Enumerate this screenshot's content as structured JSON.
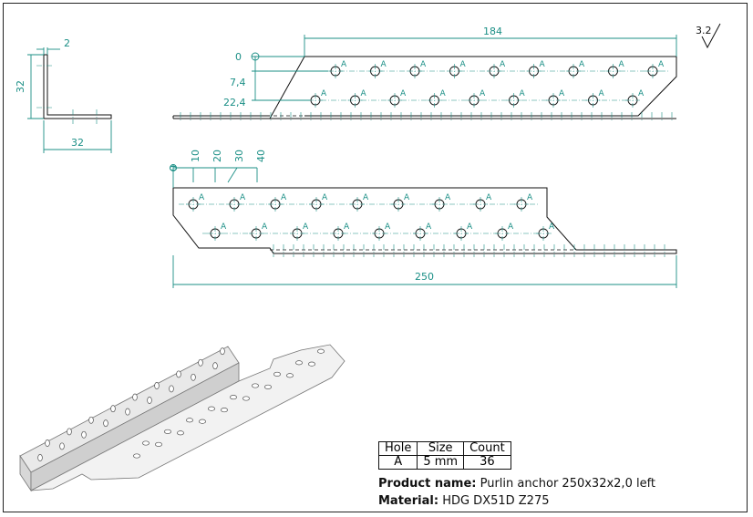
{
  "roughness": "3.2",
  "side_view": {
    "thickness": "2",
    "height": "32",
    "width": "32"
  },
  "top_view": {
    "length_short": "184",
    "offsets_y": [
      "0",
      "7,4",
      "22,4"
    ],
    "hole_label": "A"
  },
  "front_view": {
    "offsets_x": [
      "0",
      "10",
      "20",
      "30",
      "40"
    ],
    "total_length": "250",
    "hole_label": "A"
  },
  "table": {
    "headers": [
      "Hole",
      "Size",
      "Count"
    ],
    "row": [
      "A",
      "5 mm",
      "36"
    ]
  },
  "product_name_label": "Product name:",
  "product_name": "Purlin anchor 250x32x2,0 left",
  "material_label": "Material:",
  "material": "HDG DX51D Z275"
}
